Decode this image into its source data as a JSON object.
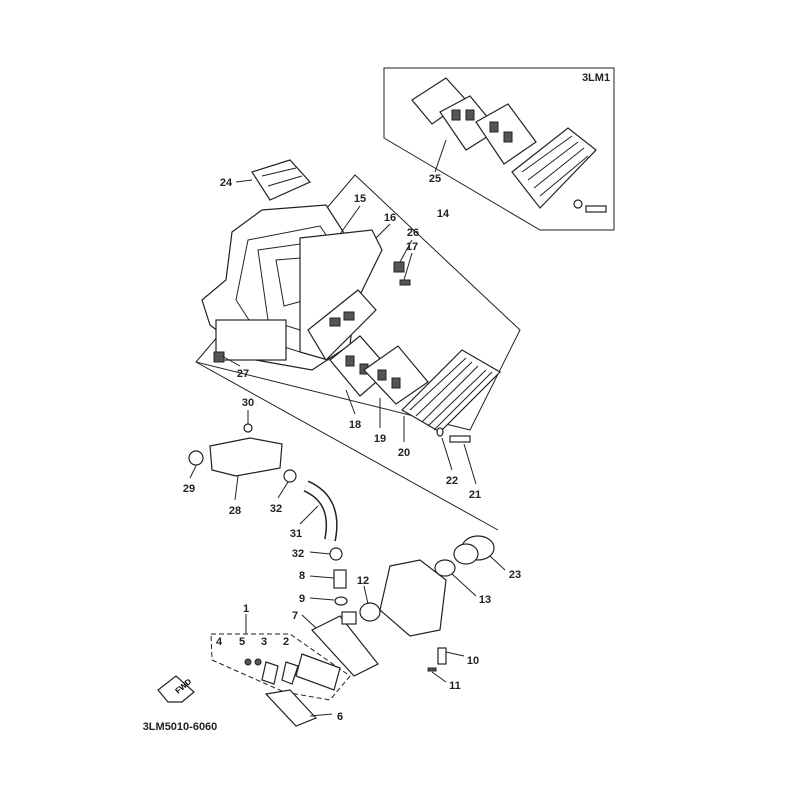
{
  "diagram": {
    "inset_label": "3LM1",
    "diagram_code": "3LM5010-6060",
    "fwd_label": "FWD",
    "callouts": {
      "c1": "1",
      "c2": "2",
      "c3": "3",
      "c4": "4",
      "c5": "5",
      "c6": "6",
      "c7": "7",
      "c8": "8",
      "c9": "9",
      "c10": "10",
      "c11": "11",
      "c12": "12",
      "c13": "13",
      "c14": "14",
      "c15": "15",
      "c16": "16",
      "c17": "17",
      "c18": "18",
      "c19": "19",
      "c20": "20",
      "c21": "21",
      "c22": "22",
      "c23": "23",
      "c24": "24",
      "c25": "25",
      "c26": "26",
      "c27": "27",
      "c28": "28",
      "c29": "29",
      "c30": "30",
      "c31": "31",
      "c32a": "32",
      "c32b": "32"
    }
  }
}
